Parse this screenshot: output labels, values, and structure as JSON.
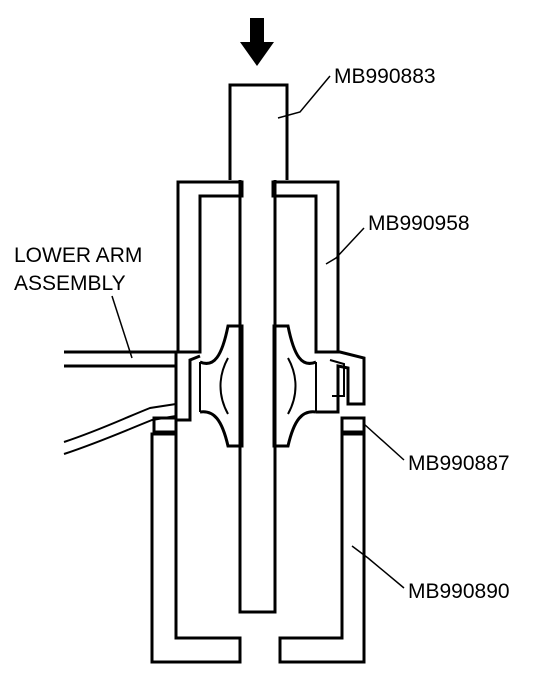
{
  "labels": {
    "tool_press_rod": "MB990883",
    "tool_upper_cup": "MB990958",
    "lower_arm_line1": "LOWER ARM",
    "lower_arm_line2": "ASSEMBLY",
    "tool_ring": "MB990887",
    "tool_base": "MB990890"
  },
  "icons": {
    "force_direction": "down-arrow-icon"
  },
  "colors": {
    "ink": "#000000",
    "paper": "#ffffff"
  }
}
